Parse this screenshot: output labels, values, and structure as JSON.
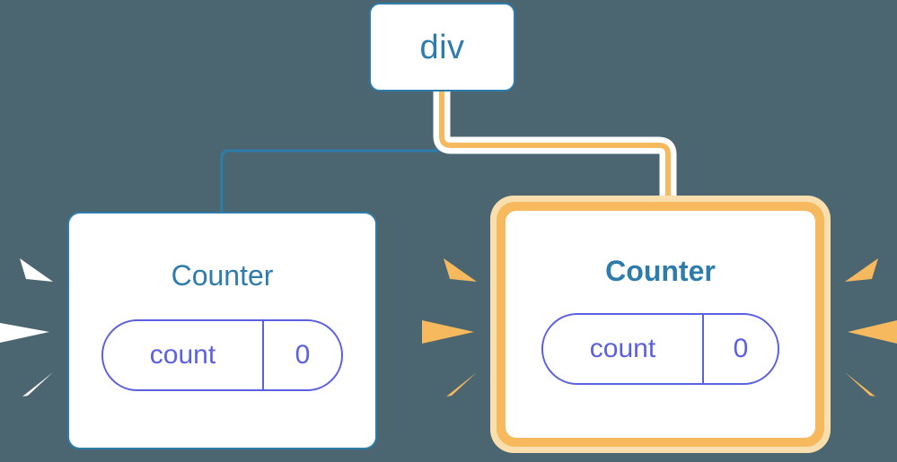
{
  "diagram": {
    "title": "React component tree re-render diagram",
    "background_color": "#4b6670"
  },
  "colors": {
    "background": "#4b6670",
    "blue": "#2d7cab",
    "pill_indigo": "#5b60e0",
    "orange": "#f6b95e",
    "orange_glow": "#fadfae",
    "white": "#ffffff"
  },
  "root": {
    "label": "div",
    "type": "element-node"
  },
  "nodes": [
    {
      "id": "counter-left",
      "title": "Counter",
      "highlighted": false,
      "title_weight": "regular",
      "state": {
        "key": "count",
        "value": "0"
      },
      "sparkle_color": "#ffffff",
      "sparkle_direction": "right"
    },
    {
      "id": "counter-right",
      "title": "Counter",
      "highlighted": true,
      "title_weight": "bold",
      "state": {
        "key": "count",
        "value": "0"
      },
      "sparkle_color": "#f6b95e",
      "sparkle_direction": "both"
    }
  ],
  "connectors": [
    {
      "id": "edge-div-to-counter-left",
      "from": "div",
      "to": "counter-left",
      "color": "#2d7cab",
      "highlighted": false
    },
    {
      "id": "edge-div-to-counter-right",
      "from": "div",
      "to": "counter-right",
      "color": "#f6b95e",
      "highlighted": true
    }
  ]
}
